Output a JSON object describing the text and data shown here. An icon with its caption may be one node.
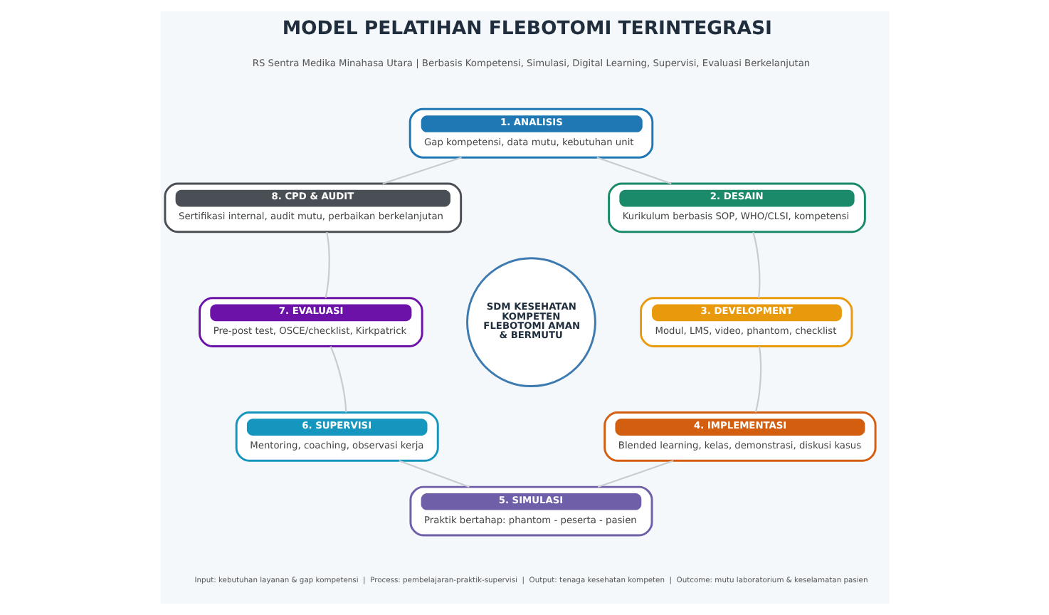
{
  "diagram": {
    "title": "MODEL PELATIHAN FLEBOTOMI TERINTEGRASI",
    "nodes": [
      {
        "text": [
          "1. ANALISIS",
          "Gap kompetensi, data mutu, kebutuhan unit"
        ]
      },
      {
        "text": [
          "2. DESAIN",
          "Kurikulum berbasis SOP, WHO/CLSI, kompetensi"
        ]
      },
      {
        "text": [
          "3. DEVELOPMENT",
          "Modul, LMS, video, phantom, checklist"
        ]
      },
      {
        "text": [
          "4. IMPLEMENTASI",
          "Blended learning, kelas, demonstrasi, diskusi kasus"
        ]
      },
      {
        "text": [
          "5. SIMULASI",
          "Praktik bertahap: phantom - peserta - pasien"
        ]
      },
      {
        "text": [
          "6. SUPERVISI",
          "Mentoring, coaching, observasi kerja"
        ]
      },
      {
        "text": [
          "7. EVALUASI",
          "Pre-post test, OSCE/checklist, Kirkpatrick"
        ]
      },
      {
        "text": [
          "8. CPD & AUDIT",
          "Sertifikasi internal, audit mutu, perbaikan berkelanjutan"
        ]
      },
      {
        "text": [
          "SDM KESEHATAN KOMPETEN",
          "FLEBOTOMI AMAN & BERMUTU"
        ]
      }
    ],
    "edges": [
      {
        "from": 0,
        "to": 1,
        "arrow": "none"
      },
      {
        "from": 1,
        "to": 2,
        "arrow": "none"
      },
      {
        "from": 2,
        "to": 3,
        "arrow": "none"
      },
      {
        "from": 3,
        "to": 4,
        "arrow": "none"
      },
      {
        "from": 4,
        "to": 5,
        "arrow": "none"
      },
      {
        "from": 5,
        "to": 6,
        "arrow": "none"
      },
      {
        "from": 6,
        "to": 7,
        "arrow": "none"
      },
      {
        "from": 7,
        "to": 0,
        "arrow": "none"
      }
    ],
    "labels": [
      "RS Sentra Medika Minahasa Utara | Berbasis Kompetensi, Simulasi, Digital Learning, Supervisi, Evaluasi Berkelanjutan",
      "Input: kebutuhan layanan & gap kompetensi  |  Process: pembelajaran-praktik-supervisi  |  Output: tenaga kesehatan kompeten  |  Outcome: mutu laboratorium & keselamatan pasien"
    ]
  }
}
